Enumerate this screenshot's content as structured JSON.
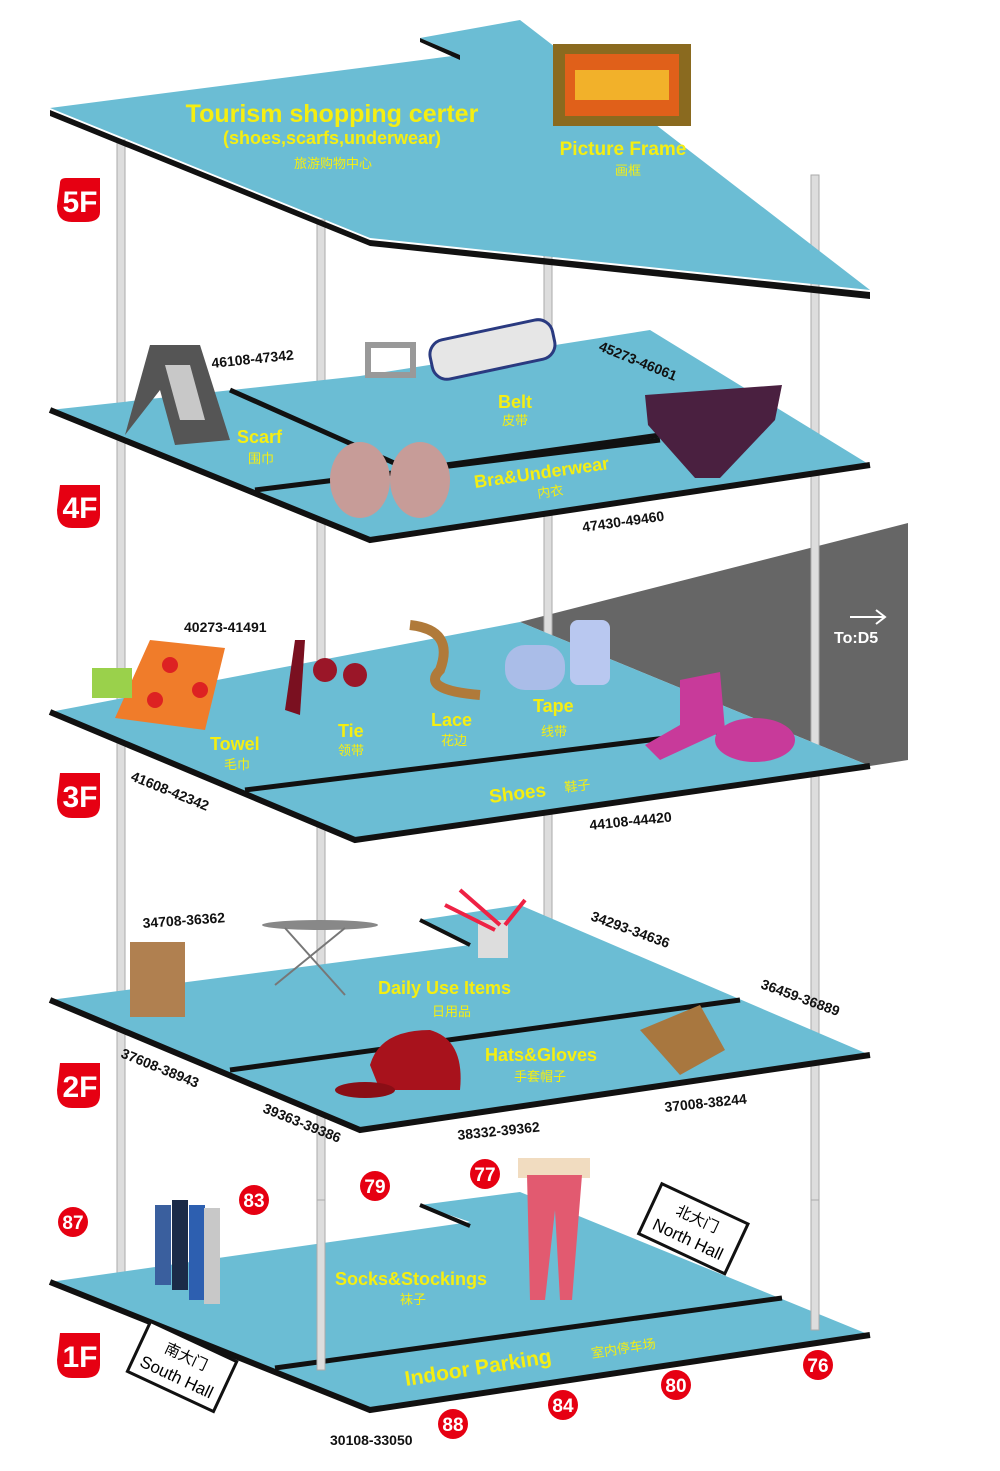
{
  "colors": {
    "floor": "#6bbdd4",
    "edge": "#111111",
    "badge": "#e60012",
    "label": "#f5ee12",
    "wall": "#666666"
  },
  "floors": {
    "f5": {
      "tag": "5F",
      "title": "Tourism shopping certer",
      "subtitle": "(shoes,scarfs,underwear)",
      "cn": "旅游购物中心",
      "frame": "Picture Frame",
      "frame_cn": "画框"
    },
    "f4": {
      "tag": "4F",
      "scarf": "Scarf",
      "scarf_cn": "围巾",
      "belt": "Belt",
      "belt_cn": "皮带",
      "bra": "Bra&Underwear",
      "bra_cn": "内衣",
      "r1": "46108-47342",
      "r2": "45273-46061",
      "r3": "47430-49460"
    },
    "f3": {
      "tag": "3F",
      "towel": "Towel",
      "towel_cn": "毛巾",
      "tie": "Tie",
      "tie_cn": "领带",
      "lace": "Lace",
      "lace_cn": "花边",
      "tape": "Tape",
      "tape_cn": "线带",
      "shoes": "Shoes",
      "shoes_cn": "鞋子",
      "r1": "40273-41491",
      "r2": "41608-42342",
      "r3": "44108-44420",
      "to": "To:D5"
    },
    "f2": {
      "tag": "2F",
      "daily": "Daily Use Items",
      "daily_cn": "日用品",
      "hats": "Hats&Gloves",
      "hats_cn": "手套帽子",
      "r1": "34708-36362",
      "r2": "34293-34636",
      "r3": "36459-36889",
      "r4": "37608-38943",
      "r5": "39363-39386",
      "r6": "38332-39362",
      "r7": "37008-38244"
    },
    "f1": {
      "tag": "1F",
      "socks": "Socks&Stockings",
      "socks_cn": "袜子",
      "parking": "Indoor Parking",
      "parking_cn": "室内停车场",
      "r1": "30108-33050",
      "north_cn": "北大门",
      "north": "North Hall",
      "south_cn": "南大门",
      "south": "South Hall"
    }
  },
  "gates": [
    "87",
    "83",
    "79",
    "77",
    "76",
    "80",
    "84",
    "88"
  ]
}
